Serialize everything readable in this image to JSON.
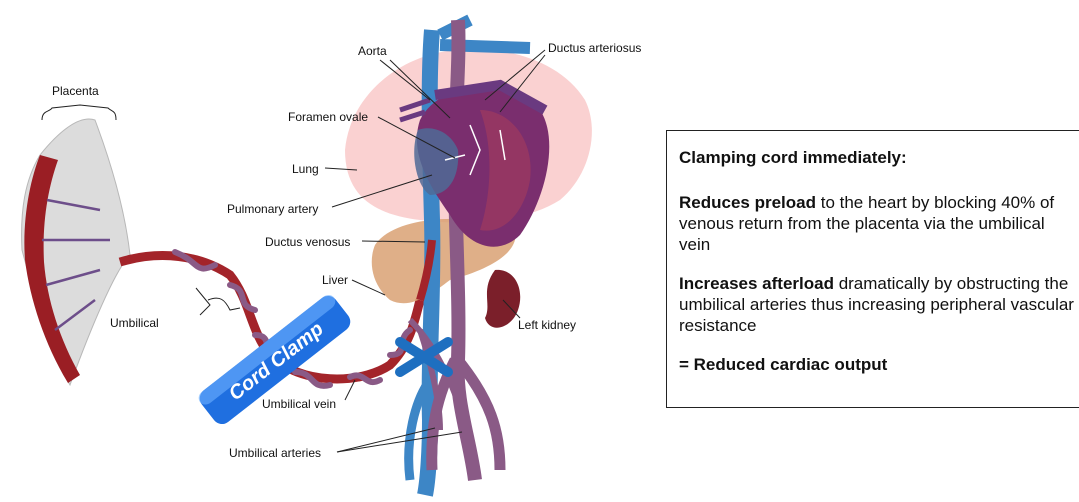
{
  "labels": {
    "placenta": "Placenta",
    "umbilical": "Umbilical",
    "aorta": "Aorta",
    "ductus_arteriosus": "Ductus arteriosus",
    "foramen_ovale": "Foramen ovale",
    "lung": "Lung",
    "pulmonary_artery": "Pulmonary artery",
    "ductus_venosus": "Ductus venosus",
    "liver": "Liver",
    "left_kidney": "Left kidney",
    "umbilical_vein": "Umbilical vein",
    "umbilical_arteries": "Umbilical arteries",
    "cord_clamp": "Cord Clamp"
  },
  "info": {
    "heading": "Clamping cord immediately:",
    "p1_bold": "Reduces preload",
    "p1_rest": " to the heart by blocking 40% of venous return from the placenta via the umbilical vein",
    "p2_bold": "Increases afterload",
    "p2_rest": " dramatically by obstructing the umbilical arteries thus increasing peripheral vascular resistance",
    "result": "= Reduced cardiac output"
  },
  "colors": {
    "artery_red": "#b0262c",
    "vein_blue": "#3d86c6",
    "heart_purple": "#7a2e6e",
    "lung_pink": "#f9c9c9",
    "liver_tan": "#d9a173",
    "kidney_maroon": "#7b1f2a",
    "clamp_blue": "#1f6fe0",
    "cord_mauve": "#8a5a86"
  }
}
